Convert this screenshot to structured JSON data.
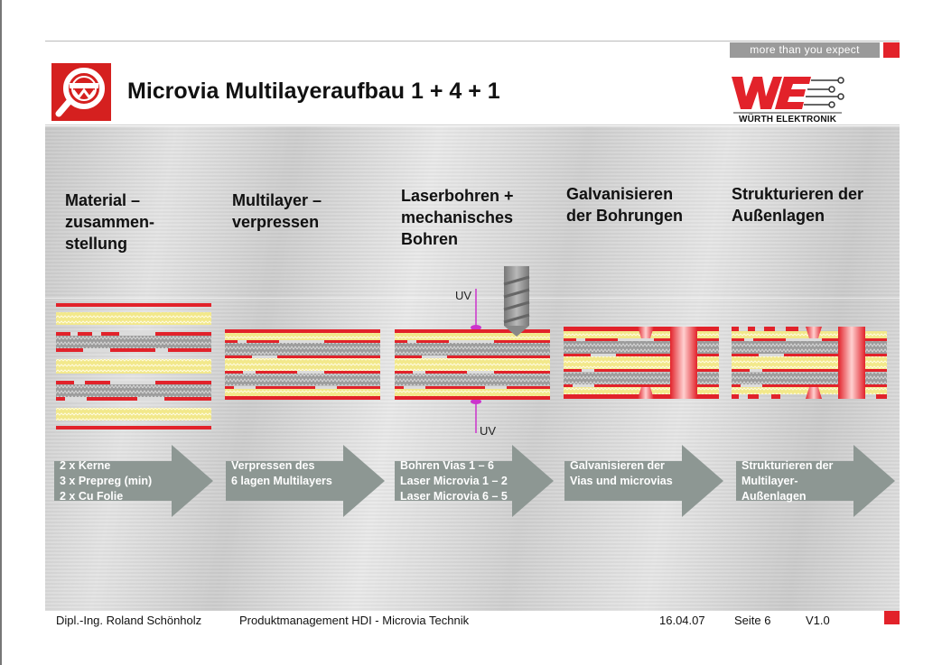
{
  "header": {
    "tagline": "more than you expect",
    "title": "Microvia Multilayeraufbau 1 + 4 + 1",
    "brand": "WÜRTH ELEKTRONIK"
  },
  "steps": [
    {
      "title": "Material –\nzusammen-\nstellung",
      "note": "2 x Kerne\n3 x Prepreg (min)\n2 x Cu Folie"
    },
    {
      "title": "Multilayer –\nverpressen",
      "note": "Verpressen des\n6 lagen Multilayers"
    },
    {
      "title": "Laserbohren +\nmechanisches\nBohren",
      "note": "Bohren Vias 1 – 6\nLaser Microvia 1 – 2\nLaser Microvia 6 – 5"
    },
    {
      "title": "Galvanisieren\nder Bohrungen",
      "note": "Galvanisieren der\nVias und microvias"
    },
    {
      "title": "Strukturieren der\nAußenlagen",
      "note": "Strukturieren der\nMultilayer-\nAußenlagen"
    }
  ],
  "labels": {
    "uv_top": "UV",
    "uv_bottom": "UV"
  },
  "footer": {
    "author": "Dipl.-Ing. Roland Schönholz",
    "department": "Produktmanagement HDI - Microvia Technik",
    "date": "16.04.07",
    "page": "Seite 6",
    "version": "V1.0"
  },
  "colors": {
    "red": "#e2222a",
    "prepreg": "#f2e88a",
    "core": "#9c9c9c",
    "arrow": "#8d9793",
    "laser": "#cc33cc"
  }
}
